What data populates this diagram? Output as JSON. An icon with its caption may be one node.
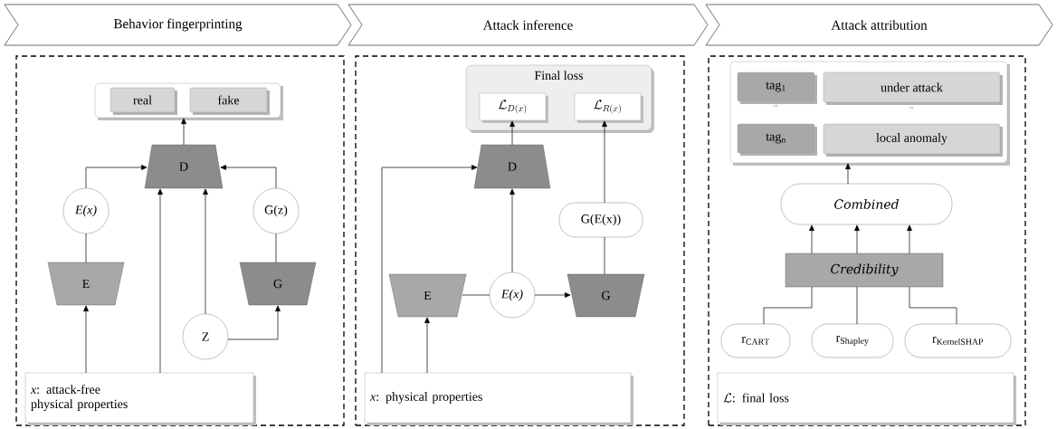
{
  "diagram": {
    "nodes": [
      {
        "text": [
          "Behavior fingerprinting"
        ]
      },
      {
        "text": [
          "Attack inference"
        ]
      },
      {
        "text": [
          "Attack attribution"
        ]
      },
      {
        "text": [],
        "shape": "box"
      },
      {
        "text": [],
        "shape": "box",
        "in": 3
      },
      {
        "text": [
          "real"
        ],
        "in": 4
      },
      {
        "text": [
          "fake"
        ],
        "in": 4
      },
      {
        "text": [
          "D"
        ],
        "in": 3
      },
      {
        "text": [
          "E(x)"
        ],
        "in": 3
      },
      {
        "text": [
          "G(z)"
        ],
        "in": 3
      },
      {
        "text": [
          "E"
        ],
        "in": 3
      },
      {
        "text": [
          "G"
        ],
        "in": 3
      },
      {
        "text": [
          "Z"
        ],
        "in": 3
      },
      {
        "text": [
          "*x*: attack-free physical properties"
        ],
        "in": 3
      },
      {
        "text": [],
        "shape": "box"
      },
      {
        "text": [
          "Final loss"
        ],
        "in": 14
      },
      {
        "text": [
          "\\mathcal{L}_{D(x)}"
        ],
        "in": 15
      },
      {
        "text": [
          "\\mathcal{L}_{R(x)}"
        ],
        "in": 15
      },
      {
        "text": [
          "D"
        ],
        "in": 14
      },
      {
        "text": [
          "G(E(x))"
        ],
        "in": 14
      },
      {
        "text": [
          "E"
        ],
        "in": 14
      },
      {
        "text": [
          "E(x)"
        ],
        "in": 14
      },
      {
        "text": [
          "G"
        ],
        "in": 14
      },
      {
        "text": [
          "*x*: physical properties"
        ],
        "in": 14
      },
      {
        "text": [],
        "shape": "box"
      },
      {
        "text": [],
        "shape": "box",
        "in": 24
      },
      {
        "text": [
          "tag$_{1}$"
        ],
        "in": 25
      },
      {
        "text": [
          "under attack"
        ],
        "in": 25
      },
      {
        "text": [
          "tag$_{n}$"
        ],
        "in": 25
      },
      {
        "text": [
          "local anomaly"
        ],
        "in": 25
      },
      {
        "text": [
          "Combined"
        ],
        "in": 24
      },
      {
        "text": [
          "Credibility"
        ],
        "in": 24
      },
      {
        "text": [
          "\\mathrm{r}_{\\mathrm{CART}}"
        ],
        "in": 24
      },
      {
        "text": [
          "\\mathrm{r}_{\\mathrm{Shapley}}"
        ],
        "in": 24
      },
      {
        "text": [
          "\\mathrm{r}_{\\mathrm{KernelSHAP}}"
        ],
        "in": 24
      },
      {
        "text": [
          "\\mathcal{L}\\text{: final loss}"
        ],
        "in": 24
      }
    ],
    "edges": [
      {
        "from": 7,
        "to": 4,
        "arrow": "to"
      },
      {
        "from": 8,
        "to": 7,
        "arrow": "to"
      },
      {
        "from": 10,
        "to": 8,
        "arrow": "none"
      },
      {
        "from": 13,
        "to": 10,
        "arrow": "to"
      },
      {
        "from": 13,
        "to": 7,
        "arrow": "to"
      },
      {
        "from": 12,
        "to": 7,
        "arrow": "to"
      },
      {
        "from": 12,
        "to": 11,
        "arrow": "to"
      },
      {
        "from": 11,
        "to": 9,
        "arrow": "none"
      },
      {
        "from": 9,
        "to": 7,
        "arrow": "to"
      },
      {
        "from": 18,
        "to": 16,
        "arrow": "to"
      },
      {
        "from": 23,
        "to": 18,
        "arrow": "to"
      },
      {
        "from": 23,
        "to": 20,
        "arrow": "to"
      },
      {
        "from": 20,
        "to": 21,
        "arrow": "none"
      },
      {
        "from": 21,
        "to": 22,
        "arrow": "to"
      },
      {
        "from": 21,
        "to": 18,
        "arrow": "to"
      },
      {
        "from": 22,
        "to": 19,
        "arrow": "none"
      },
      {
        "from": 19,
        "to": 17,
        "arrow": "to"
      },
      {
        "from": 30,
        "to": 25,
        "arrow": "to"
      },
      {
        "from": 31,
        "to": 30,
        "arrow": "to"
      },
      {
        "from": 31,
        "to": 30,
        "arrow": "to"
      },
      {
        "from": 31,
        "to": 30,
        "arrow": "to"
      },
      {
        "from": 32,
        "to": 31,
        "arrow": "none"
      },
      {
        "from": 33,
        "to": 31,
        "arrow": "none"
      },
      {
        "from": 34,
        "to": 31,
        "arrow": "none"
      }
    ],
    "labels": [
      "...",
      "..."
    ]
  }
}
